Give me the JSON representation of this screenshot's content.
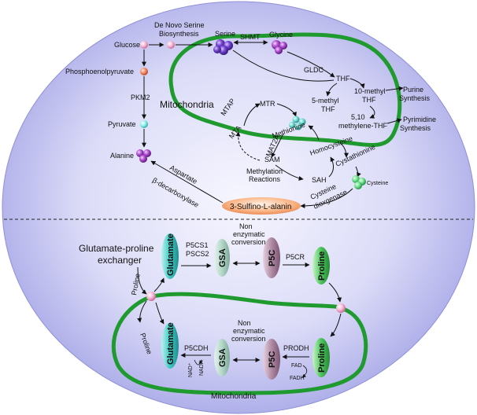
{
  "top": {
    "glucose": "Glucose",
    "de_novo_line1": "De Novo Serine",
    "de_novo_line2": "Biosynthesis",
    "serine": "Serine",
    "shmt": "SHMT",
    "glycine": "Glycine",
    "pep": "Phosphoenolpyruvate",
    "pkm2": "PKM2",
    "pyruvate": "Pyruvate",
    "alanine": "Alanine",
    "mitochondria": "Mitochondria",
    "gldc": "GLDC",
    "thf": "THF",
    "ten_methyl_1": "10-methyl",
    "ten_methyl_2": "THF",
    "purine_1": "Purine",
    "purine_2": "Synthesis",
    "five_methyl_1": "5-methyl",
    "five_methyl_2": "THF",
    "methylene_1": "5,10",
    "methylene_2": "methylene-THF",
    "pyrimidine_1": "Pyrimidine",
    "pyrimidine_2": "Synthesis",
    "mtap": "MTAP",
    "mtr": "MTR",
    "mta": "MTA",
    "methionine": "Methionine",
    "mat2a": "MAT2A",
    "sam": "SAM",
    "homocysteine": "Homocysteine",
    "cystathionine": "Cystathionine",
    "methylation_1": "Methylation",
    "methylation_2": "Reactions",
    "sah": "SAH",
    "cysteine": "Cysteine",
    "cdo_1": "Cysteine",
    "cdo_2": "dioxgenase",
    "aspartate_1": "Aspartate",
    "aspartate_2": "β-decarboxylase",
    "sulfino": "3-Sulfino-L-alanin"
  },
  "bottom": {
    "exchanger_1": "Glutamate-proline",
    "exchanger_2": "exchanger",
    "glutamate": "Glutamate",
    "p5cs1": "P5CS1",
    "p5cs2": "PSCS2",
    "gsa": "GSA",
    "nonenz_1": "Non",
    "nonenz_2": "enzymatic",
    "nonenz_3": "conversion",
    "p5c": "P5C",
    "p5cr": "P5CR",
    "proline": "Proline",
    "proline_left": "Proline",
    "proline_left2": "Proline",
    "p5cdh": "P5CDH",
    "nadh": "NADH",
    "nad": "NAD⁺",
    "prodh": "PRODH",
    "fad": "FAD",
    "fadh": "FADH",
    "mitochondria": "Mitochondria"
  },
  "colors": {
    "cell_center": "#f4f4ff",
    "cell_edge": "#a7a7e6",
    "mito_green": "#1f9a2e",
    "serine_purple": "#6a3fc2",
    "glutamate_teal": "#33b5b5",
    "gsa_grey": "#a9c9bd",
    "p5c_mauve": "#a7839c",
    "proline_green": "#39b54a",
    "sulfino_orange": "#f39a5a"
  }
}
